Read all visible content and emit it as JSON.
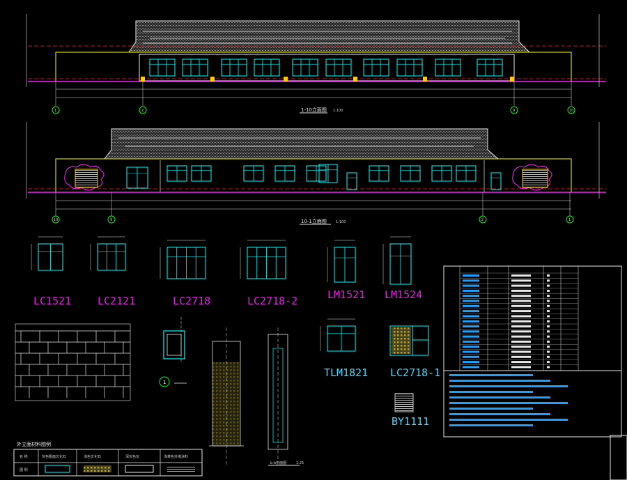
{
  "view_titles": {
    "elev1_title": "1-10立面图",
    "elev1_scale": "1:100",
    "elev2_title": "10-1立面图",
    "elev2_scale": "1:100",
    "section_title": "b-b剖面图",
    "section_scale": "1:25"
  },
  "window_labels": [
    "LC1521",
    "LC2121",
    "LC2718",
    "LC2718-2",
    "LM1521",
    "LM1524",
    "TLM1821",
    "LC2718-1",
    "BY1111"
  ],
  "axis_labels_top": [
    "1",
    "2",
    "9",
    "10"
  ],
  "axis_labels_bottom": [
    "10",
    "9",
    "2",
    "1"
  ],
  "legend_table": {
    "title": "外立面材料图例",
    "header": [
      "名 称",
      "灰色粗面文化石",
      "浅色文化石",
      "深灰色瓦",
      "浅黄色外墙涂料"
    ],
    "row_label": "图 例"
  },
  "circle_detail": "1",
  "colors": {
    "background": "#000000",
    "line_white": "#e8e8e8",
    "cyan": "#00ffff",
    "magenta": "#e020e0",
    "yellow": "#ffff00",
    "green": "#00ff00",
    "red": "#ff2020"
  }
}
